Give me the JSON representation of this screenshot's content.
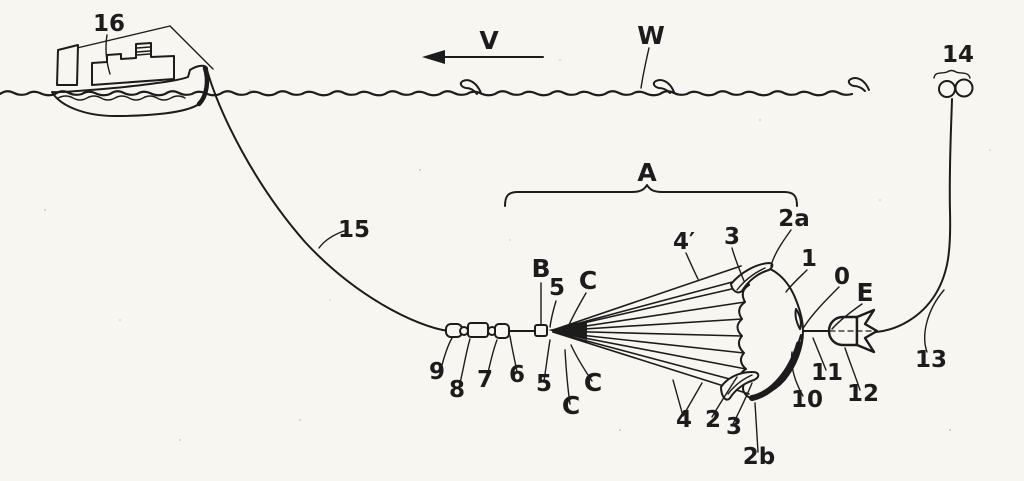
{
  "colors": {
    "paper": "#f8f6f1",
    "ink": "#1c1c1c"
  },
  "labels": {
    "ship": "16",
    "tow_cable": "15",
    "velocity": "V",
    "water_surface": "W",
    "buoy_pair": "14",
    "assembly": "A",
    "chain_component_9": "9",
    "chain_component_8": "8",
    "chain_component_7": "7",
    "rope_segment_6": "6",
    "bridle_bead_B": "B",
    "shroud_point_5_top": "5",
    "shroud_point_5_bottom": "5",
    "shroud_line_C_top": "C",
    "shroud_line_C_mid": "C",
    "shroud_line_C_bottom": "C",
    "suspension_band_4_prime": "4′",
    "suspension_band_4": "4",
    "canopy_1": "1",
    "canopy_edge_2": "2",
    "flap_3_top": "3",
    "flap_3_bottom": "3",
    "flap_tip_2a": "2a",
    "flap_tip_2b": "2b",
    "apex_point_0": "0",
    "reinforced_edge_10": "10",
    "apex_line_11": "11",
    "tail_body_12": "12",
    "tail_device_E": "E",
    "riser_cable_13": "13"
  }
}
